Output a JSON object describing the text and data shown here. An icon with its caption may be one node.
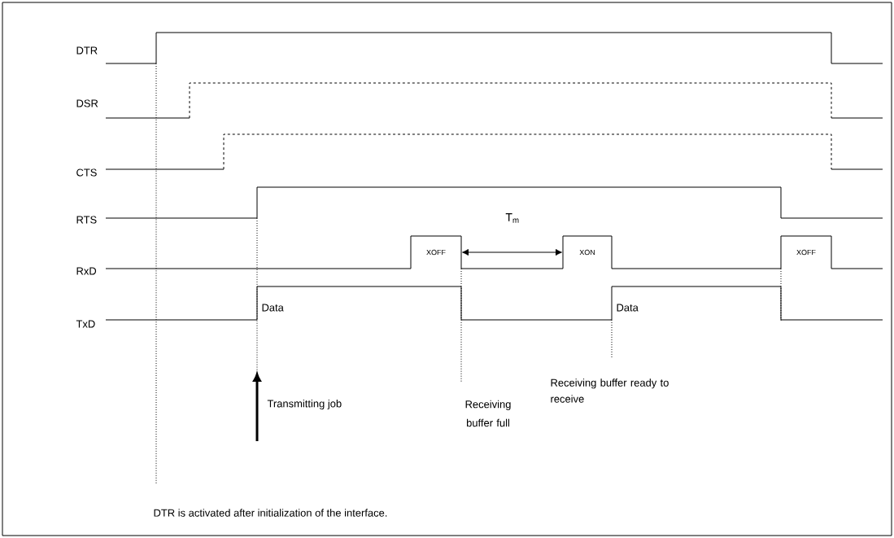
{
  "diagram": {
    "labels": [
      "DTR",
      "DSR",
      "CTS",
      "RTS",
      "T$_{m}$",
      "XOFF",
      "XON",
      "XOFF",
      "RxD",
      "Data",
      "Data",
      "TxD",
      "Transmitting job",
      "Receiving buffer ready to receive",
      "Receiving buffer full",
      "DTR is activated after initialization of the interface."
    ]
  }
}
